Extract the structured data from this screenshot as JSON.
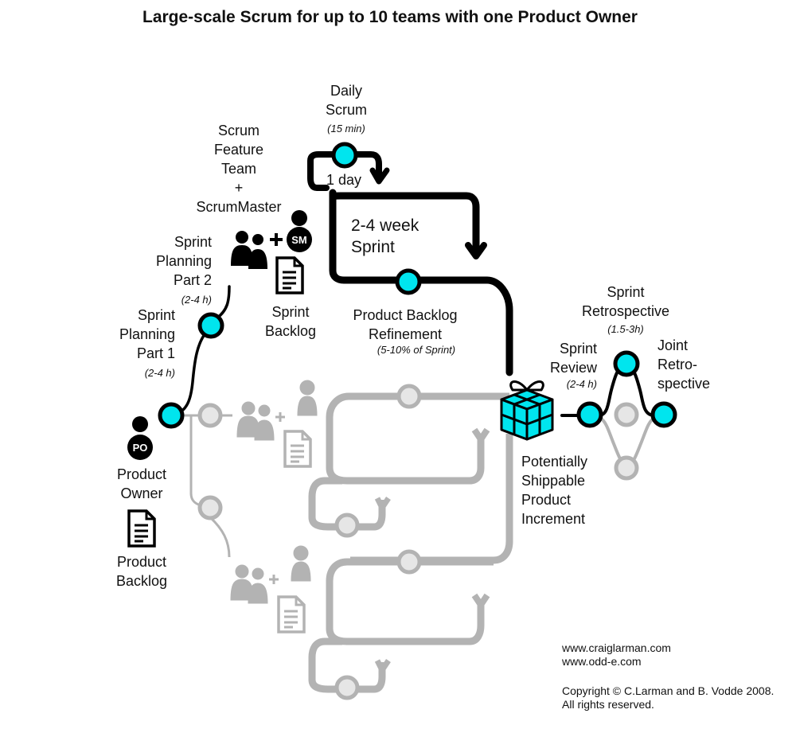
{
  "title": "Large-scale Scrum for up to 10 teams with one Product Owner",
  "labels": {
    "daily_scrum": "Daily\nScrum",
    "daily_scrum_time": "(15 min)",
    "one_day": "1 day",
    "team": "Scrum\nFeature\nTeam\n+\nScrumMaster",
    "sprint_length": "2-4 week\nSprint",
    "sprint_planning_2": "Sprint\nPlanning\nPart 2",
    "sprint_planning_2_time": "(2-4 h)",
    "sprint_backlog": "Sprint\nBacklog",
    "refinement": "Product Backlog\nRefinement",
    "refinement_time": "(5-10% of Sprint)",
    "sprint_planning_1": "Sprint\nPlanning\nPart 1",
    "sprint_planning_1_time": "(2-4 h)",
    "retrospective": "Sprint\nRetrospective",
    "retrospective_time": "(1.5-3h)",
    "review": "Sprint\nReview",
    "review_time": "(2-4 h)",
    "joint_retro": "Joint\nRetro-\nspective",
    "product_owner": "Product\nOwner",
    "product_backlog": "Product\nBacklog",
    "increment": "Potentially\nShippable\nProduct\nIncrement",
    "po_badge": "PO",
    "sm_badge": "SM",
    "url1": "www.craiglarman.com",
    "url2": "www.odd-e.com",
    "copyright": "Copyright © C.Larman and B. Vodde 2008.\nAll rights reserved."
  },
  "colors": {
    "active": "#000000",
    "inactive": "#b3b3b3",
    "node_fill": "#00e5ee",
    "node_fill_inactive": "#e6e6e6",
    "gift": "#00e5ee"
  },
  "icons": [
    "people-icon",
    "scrummaster-icon",
    "product-owner-icon",
    "document-icon",
    "gift-icon"
  ]
}
